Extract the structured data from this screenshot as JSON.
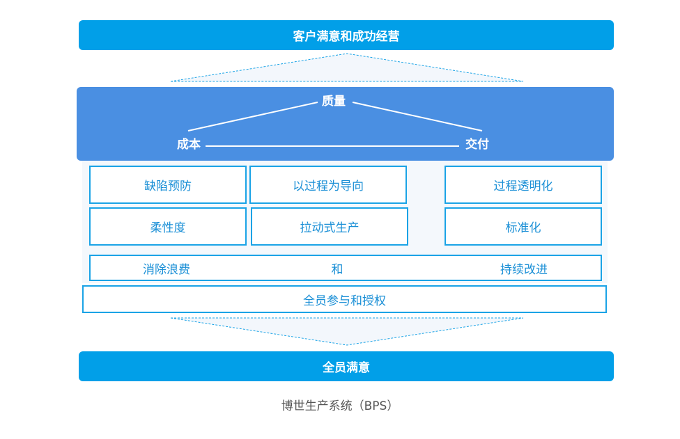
{
  "top_bar": "客户满意和成功经营",
  "quality": {
    "top": "质量",
    "left": "成本",
    "right": "交付"
  },
  "pillars": {
    "left_1": "缺陷预防",
    "mid_1": "以过程为导向",
    "right_1": "过程透明化",
    "left_2": "柔性度",
    "mid_2": "拉动式生产",
    "right_2": "标准化"
  },
  "improvement_row": {
    "left": "消除浪费",
    "center": "和",
    "right": "持续改进"
  },
  "foundation": "全员参与和授权",
  "bottom_bar": "全员满意",
  "caption": "博世生产系统（BPS）",
  "colors": {
    "bar_blue": "#019FE8",
    "panel_blue": "#4A8FE2",
    "cell_border": "#1AA3E6",
    "cell_text": "#1A8FD6"
  }
}
